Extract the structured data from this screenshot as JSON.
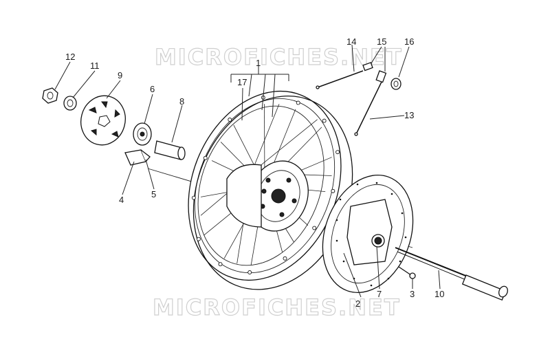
{
  "watermark": {
    "top": "MICROFICHES.NET",
    "bottom": "MICROFICHES.NET"
  },
  "callouts": {
    "c1": "1",
    "c2": "2",
    "c3": "3",
    "c4": "4",
    "c5": "5",
    "c6": "6",
    "c7": "7",
    "c8": "8",
    "c9": "9",
    "c10": "10",
    "c11": "11",
    "c12": "12",
    "c13": "13",
    "c14": "14",
    "c15": "15",
    "c16": "16",
    "c17": "17"
  }
}
